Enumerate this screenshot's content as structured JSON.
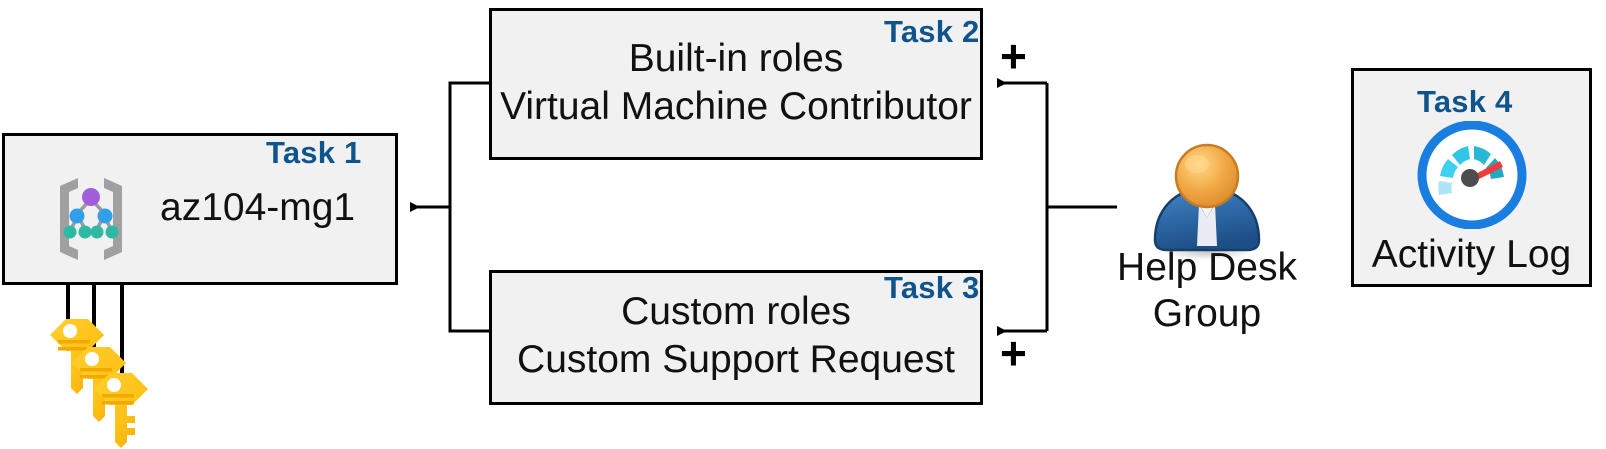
{
  "diagram": {
    "title": "Azure RBAC task diagram",
    "accent_color": "#10548c",
    "box_fill": "#f1f1f1",
    "box_border": "#000000"
  },
  "task1": {
    "label": "Task 1",
    "text": "az104-mg1",
    "icon": "management-group-icon"
  },
  "task2": {
    "label": "Task 2",
    "line1": "Built-in roles",
    "line2": "Virtual Machine Contributor",
    "plus": "+"
  },
  "task3": {
    "label": "Task 3",
    "line1": "Custom roles",
    "line2": "Custom Support Request",
    "plus": "+"
  },
  "task4": {
    "label": "Task 4",
    "text": "Activity Log",
    "icon": "gauge-icon"
  },
  "group": {
    "line1": "Help Desk",
    "line2": "Group",
    "icon": "user-group-icon"
  },
  "keys": {
    "icon": "keys-icon",
    "count": 3
  },
  "connectors": {
    "assignment_arrows": 3
  }
}
